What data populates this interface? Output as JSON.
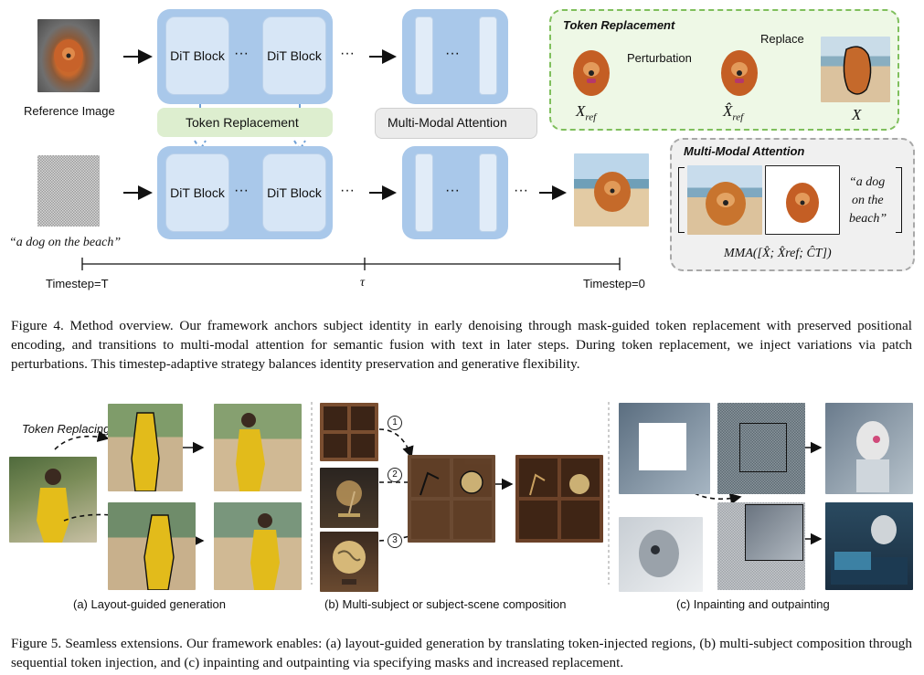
{
  "fig4": {
    "reference_label": "Reference Image",
    "prompt": "“a dog on the beach”",
    "dit_block": "DiT Block",
    "ellipsis": "···",
    "token_replacement_label": "Token Replacement",
    "mma_label": "Multi-Modal Attention",
    "timestep_start": "Timestep=T",
    "timestep_mid": "τ",
    "timestep_end": "Timestep=0",
    "tr_panel": {
      "title": "Token Replacement",
      "perturbation": "Perturbation",
      "replace": "Replace",
      "x_ref": "X",
      "x_ref_sub": "ref",
      "xhat_ref": "X̂",
      "xhat_ref_sub": "ref",
      "x": "X"
    },
    "mma_panel": {
      "title": "Multi-Modal Attention",
      "quote_line1": "“a dog",
      "quote_line2": "on the",
      "quote_line3": "beach”",
      "formula": "MMA([X̂; X̂ref; ĈT])"
    },
    "caption": "Figure 4. Method overview. Our framework anchors subject identity in early denoising through mask-guided token replacement with preserved positional encoding, and transitions to multi-modal attention for semantic fusion with text in later steps. During token replacement, we inject variations via patch perturbations. This timestep-adaptive strategy balances identity preservation and generative flexibility."
  },
  "fig5": {
    "token_replacing": "Token Replacing",
    "circle_1": "①",
    "circle_2": "②",
    "circle_3": "③",
    "sub_a": "(a) Layout-guided generation",
    "sub_b": "(b) Multi-subject or subject-scene composition",
    "sub_c": "(c) Inpainting and outpainting",
    "caption": "Figure 5. Seamless extensions. Our framework enables: (a) layout-guided generation by translating token-injected regions, (b) multi-subject composition through sequential token injection, and (c) inpainting and outpainting via specifying masks and increased replacement."
  },
  "colors": {
    "panel_blue": "#a9c8ea",
    "block_blue": "#d7e6f6",
    "green_box_bg": "#eef8e6",
    "green_box_border": "#7fbf5c",
    "gray_box_bg": "#f0f0f0",
    "green_label_bg": "#ddeecf"
  }
}
